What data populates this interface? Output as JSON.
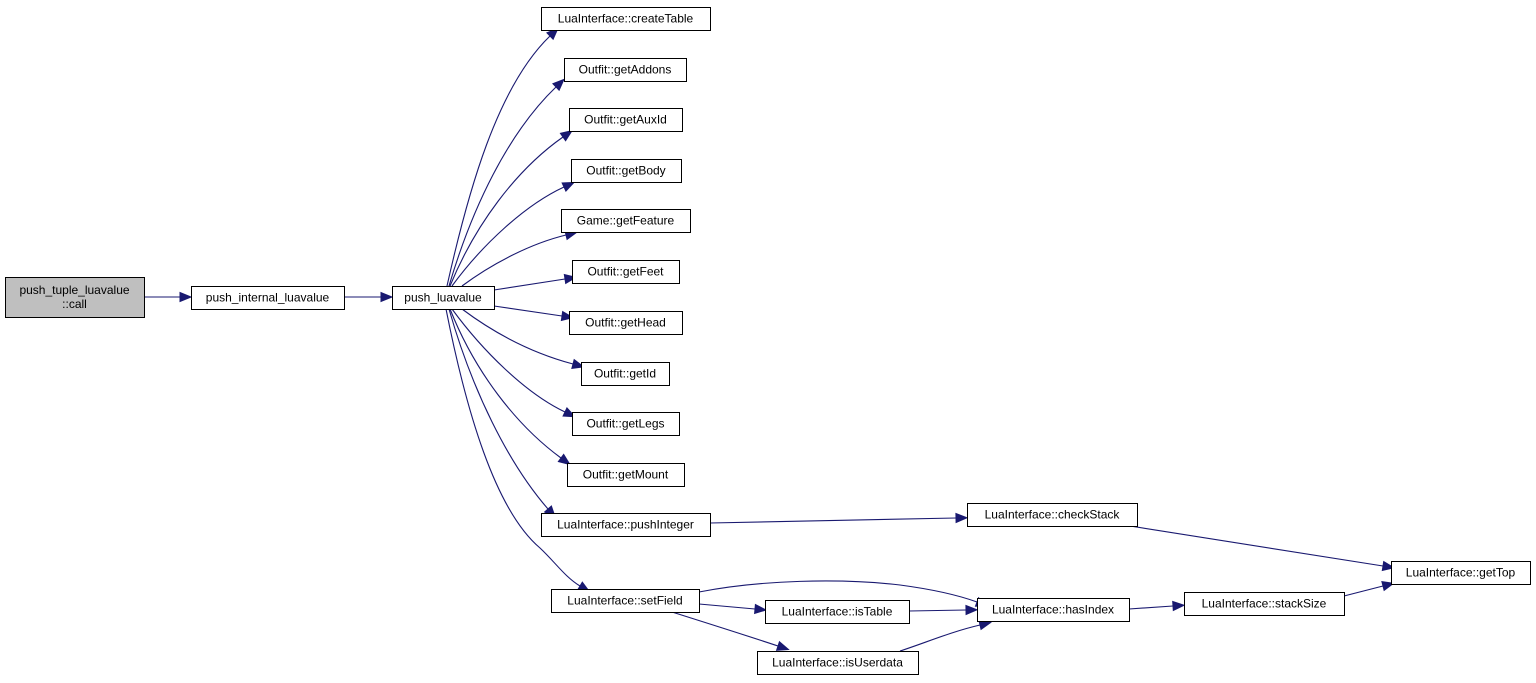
{
  "diagram": {
    "type": "call-graph",
    "colors": {
      "edge": "#191970",
      "root_fill": "#bfbfbf",
      "node_fill": "#ffffff",
      "node_border": "#000000"
    },
    "nodes": [
      {
        "id": "root",
        "lines": [
          "push_tuple_luavalue",
          "::call"
        ],
        "highlighted": true
      },
      {
        "id": "pil",
        "lines": [
          "push_internal_luavalue"
        ]
      },
      {
        "id": "pl",
        "lines": [
          "push_luavalue"
        ]
      },
      {
        "id": "ct",
        "lines": [
          "LuaInterface::createTable"
        ]
      },
      {
        "id": "ga",
        "lines": [
          "Outfit::getAddons"
        ]
      },
      {
        "id": "gax",
        "lines": [
          "Outfit::getAuxId"
        ]
      },
      {
        "id": "gb",
        "lines": [
          "Outfit::getBody"
        ]
      },
      {
        "id": "gf",
        "lines": [
          "Game::getFeature"
        ]
      },
      {
        "id": "gfe",
        "lines": [
          "Outfit::getFeet"
        ]
      },
      {
        "id": "gh",
        "lines": [
          "Outfit::getHead"
        ]
      },
      {
        "id": "gi",
        "lines": [
          "Outfit::getId"
        ]
      },
      {
        "id": "gl",
        "lines": [
          "Outfit::getLegs"
        ]
      },
      {
        "id": "gm",
        "lines": [
          "Outfit::getMount"
        ]
      },
      {
        "id": "pi",
        "lines": [
          "LuaInterface::pushInteger"
        ]
      },
      {
        "id": "sf",
        "lines": [
          "LuaInterface::setField"
        ]
      },
      {
        "id": "cs",
        "lines": [
          "LuaInterface::checkStack"
        ]
      },
      {
        "id": "it",
        "lines": [
          "LuaInterface::isTable"
        ]
      },
      {
        "id": "iu",
        "lines": [
          "LuaInterface::isUserdata"
        ]
      },
      {
        "id": "hi",
        "lines": [
          "LuaInterface::hasIndex"
        ]
      },
      {
        "id": "ss",
        "lines": [
          "LuaInterface::stackSize"
        ]
      },
      {
        "id": "gt",
        "lines": [
          "LuaInterface::getTop"
        ]
      }
    ],
    "edges": [
      {
        "from": "root",
        "to": "pil"
      },
      {
        "from": "pil",
        "to": "pl"
      },
      {
        "from": "pl",
        "to": "ct"
      },
      {
        "from": "pl",
        "to": "ga"
      },
      {
        "from": "pl",
        "to": "gax"
      },
      {
        "from": "pl",
        "to": "gb"
      },
      {
        "from": "pl",
        "to": "gf"
      },
      {
        "from": "pl",
        "to": "gfe"
      },
      {
        "from": "pl",
        "to": "gh"
      },
      {
        "from": "pl",
        "to": "gi"
      },
      {
        "from": "pl",
        "to": "gl"
      },
      {
        "from": "pl",
        "to": "gm"
      },
      {
        "from": "pl",
        "to": "pi"
      },
      {
        "from": "pl",
        "to": "sf"
      },
      {
        "from": "pi",
        "to": "cs"
      },
      {
        "from": "cs",
        "to": "gt"
      },
      {
        "from": "sf",
        "to": "hi"
      },
      {
        "from": "sf",
        "to": "it"
      },
      {
        "from": "sf",
        "to": "iu"
      },
      {
        "from": "it",
        "to": "hi"
      },
      {
        "from": "iu",
        "to": "hi"
      },
      {
        "from": "hi",
        "to": "ss"
      },
      {
        "from": "ss",
        "to": "gt"
      }
    ]
  }
}
